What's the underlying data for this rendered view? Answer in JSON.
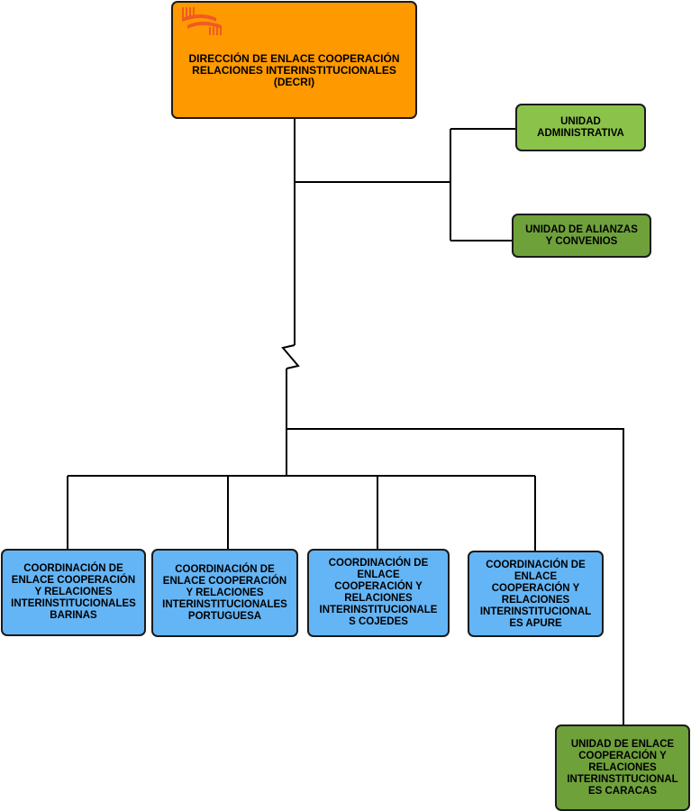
{
  "colors": {
    "director": "#ff9900",
    "unit_light_green": "#8bc34a",
    "unit_dark_green": "#6fa13b",
    "coordination_blue": "#64b5f6",
    "logo": "#f05a24",
    "line": "#000000"
  },
  "icons": {
    "logo": "organization-logo-icon"
  },
  "boxes": {
    "decri": "DIRECCIÓN DE ENLACE COOPERACIÓN\nRELACIONES INTERINSTITUCIONALES\n(DECRI)",
    "admin": "UNIDAD\nADMINISTRATIVA",
    "alianzas": "UNIDAD DE ALIANZAS\nY CONVENIOS",
    "barinas": "COORDINACIÓN DE\nENLACE COOPERACIÓN\nY RELACIONES\nINTERINSTITUCIONALES\nBARINAS",
    "portuguesa": "COORDINACIÓN DE\nENLACE COOPERACIÓN\nY RELACIONES\nINTERINSTITUCIONALES\nPORTUGUESA",
    "cojedes": "COORDINACIÓN DE\nENLACE\nCOOPERACIÓN Y\nRELACIONES\nINTERINSTITUCIONALE\nS COJEDES",
    "apure": "COORDINACIÓN DE\nENLACE\nCOOPERACIÓN Y\nRELACIONES\nINTERINSTITUCIONAL\nES APURE",
    "caracas": "UNIDAD DE ENLACE\nCOOPERACIÓN Y\nRELACIONES\nINTERINSTITUCIONAL\nES CARACAS"
  }
}
